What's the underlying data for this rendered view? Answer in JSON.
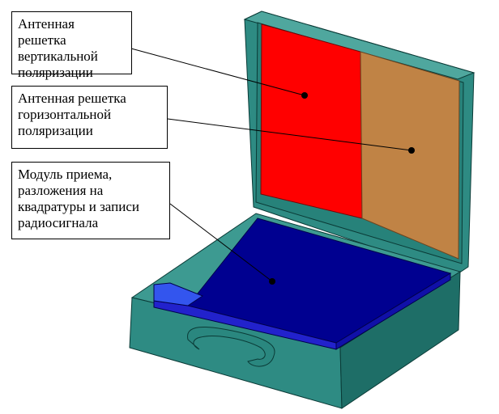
{
  "callouts": [
    {
      "text": "Антенная решетка\nвертикальной\nполяризации"
    },
    {
      "text": "Антенная решетка\nгоризонтальной\nполяризации"
    },
    {
      "text": "Модуль приема,\nразложения на\nквадратуры и записи\nрадиосигнала"
    }
  ],
  "colors": {
    "case_teal": "#2E8B83",
    "case_teal_dark": "#1E6E67",
    "case_teal_light": "#4FA79E",
    "vertical_array": "#FF0000",
    "horizontal_array": "#C08345",
    "receiver_module": "#000090",
    "receiver_edge": "#2222CC",
    "outline": "#0A3A36"
  }
}
